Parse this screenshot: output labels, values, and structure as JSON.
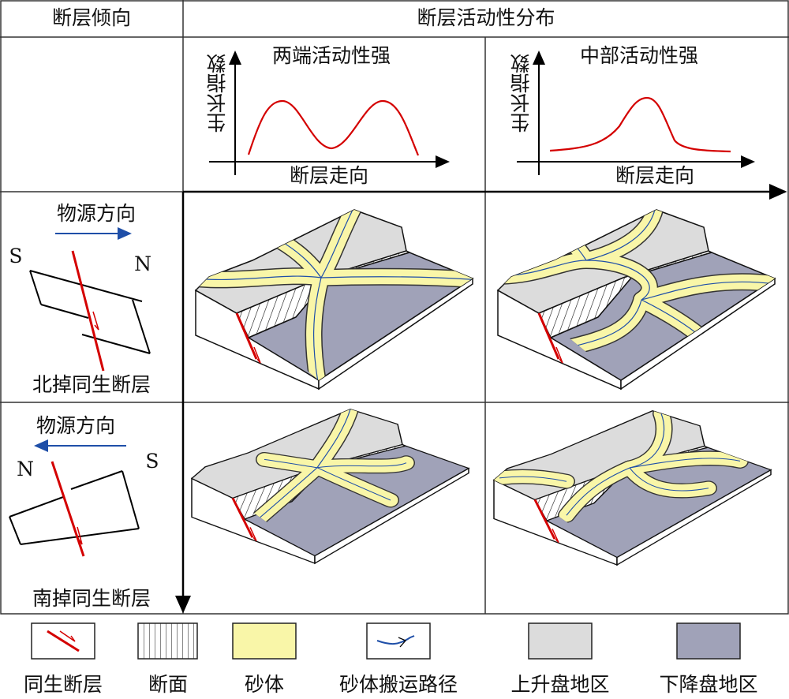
{
  "header": {
    "col1": "断层倾向",
    "col2": "断层活动性分布"
  },
  "charts": [
    {
      "title": "两端活动性强",
      "ylabel": "生长指数",
      "xlabel": "断层走向"
    },
    {
      "title": "中部活动性强",
      "ylabel": "生长指数",
      "xlabel": "断层走向"
    }
  ],
  "rows": [
    {
      "source_label": "物源方向",
      "left_dir": "S",
      "right_dir": "N",
      "fault_label": "北掉同生断层"
    },
    {
      "source_label": "物源方向",
      "left_dir": "N",
      "right_dir": "S",
      "fault_label": "南掉同生断层"
    }
  ],
  "legend": [
    {
      "label": "同生断层",
      "icon": "syn-fault-icon"
    },
    {
      "label": "断面",
      "icon": "fault-plane-icon"
    },
    {
      "label": "砂体",
      "icon": "sand-body-icon",
      "color": "#f9f6a8"
    },
    {
      "label": "砂体搬运路径",
      "icon": "transport-path-icon",
      "color": "#1f4fa8"
    },
    {
      "label": "上升盘地区",
      "icon": "upthrown-icon",
      "color": "#dcdcdc"
    },
    {
      "label": "下降盘地区",
      "icon": "downthrown-icon",
      "color": "#a0a2b8"
    }
  ],
  "colors": {
    "fault": "#d40000",
    "sand": "#f9f6a8",
    "up": "#dcdcdc",
    "down": "#a0a2b8",
    "path": "#1f4fa8"
  }
}
